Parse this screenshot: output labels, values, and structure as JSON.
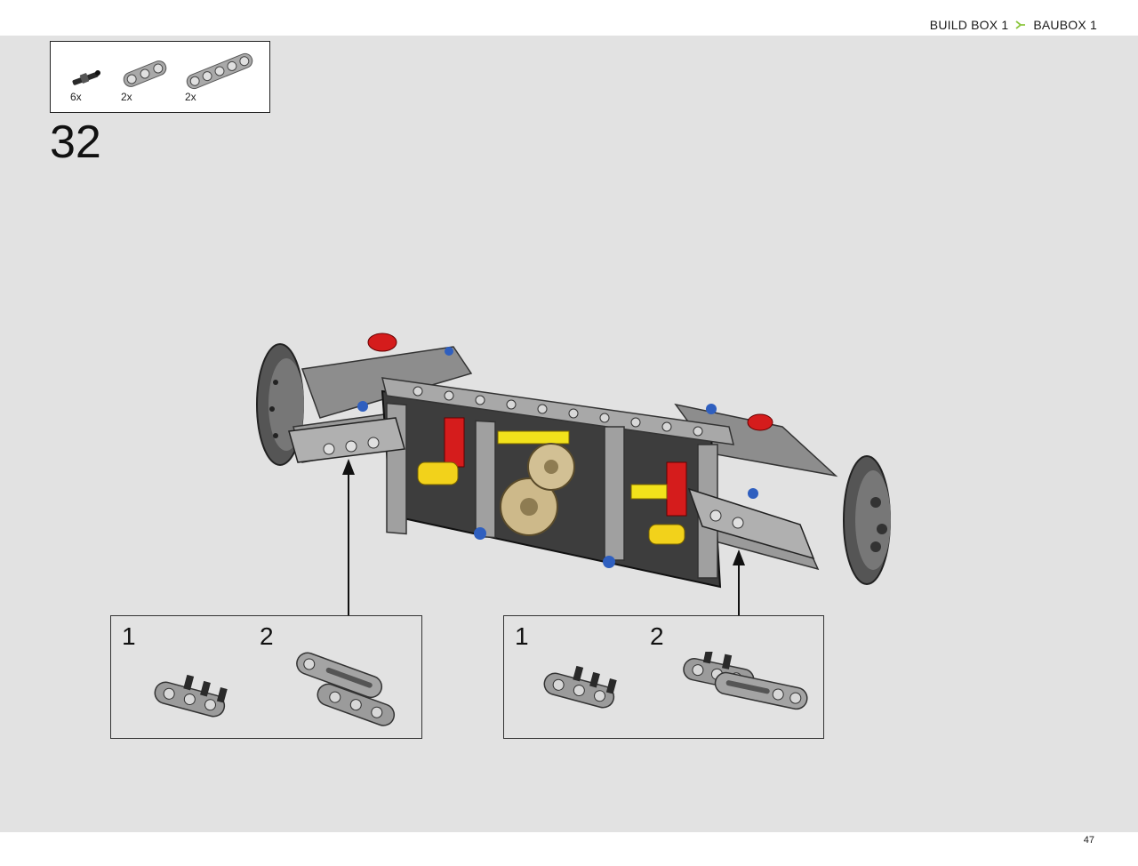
{
  "header": {
    "breadcrumb_primary": "BUILD BOX 1",
    "breadcrumb_secondary": "BAUBOX 1",
    "accent_color": "#8cc63f"
  },
  "parts_list": [
    {
      "qty": "6x",
      "icon": "black-friction-pin-icon"
    },
    {
      "qty": "2x",
      "icon": "grey-3-hole-beam-icon"
    },
    {
      "qty": "2x",
      "icon": "grey-5-hole-beam-icon"
    }
  ],
  "step": {
    "number": "32"
  },
  "callouts": [
    {
      "sub1": "1",
      "sub2": "2"
    },
    {
      "sub1": "1",
      "sub2": "2"
    }
  ],
  "footer": {
    "page_number": "47"
  }
}
